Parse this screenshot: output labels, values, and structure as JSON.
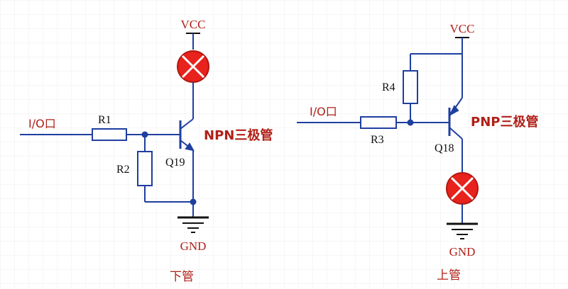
{
  "colors": {
    "background": "#ffffff",
    "grid": "#ececec",
    "wire": "#1f3fa0",
    "lamp_fill": "#e8221c",
    "lamp_stroke": "#b01812",
    "label_red": "#b02018",
    "label_black": "#111111"
  },
  "npn_circuit": {
    "vcc_label": "VCC",
    "gnd_label": "GND",
    "io_label": "I/O口",
    "base_resistor": "R1",
    "pulldown_resistor": "R2",
    "transistor_label": "Q19",
    "transistor_type": "NPN三极管",
    "caption": "下管"
  },
  "pnp_circuit": {
    "vcc_label": "VCC",
    "gnd_label": "GND",
    "io_label": "I/O口",
    "base_resistor": "R3",
    "pullup_resistor": "R4",
    "transistor_label": "Q18",
    "transistor_type": "PNP三极管",
    "caption": "上管"
  }
}
